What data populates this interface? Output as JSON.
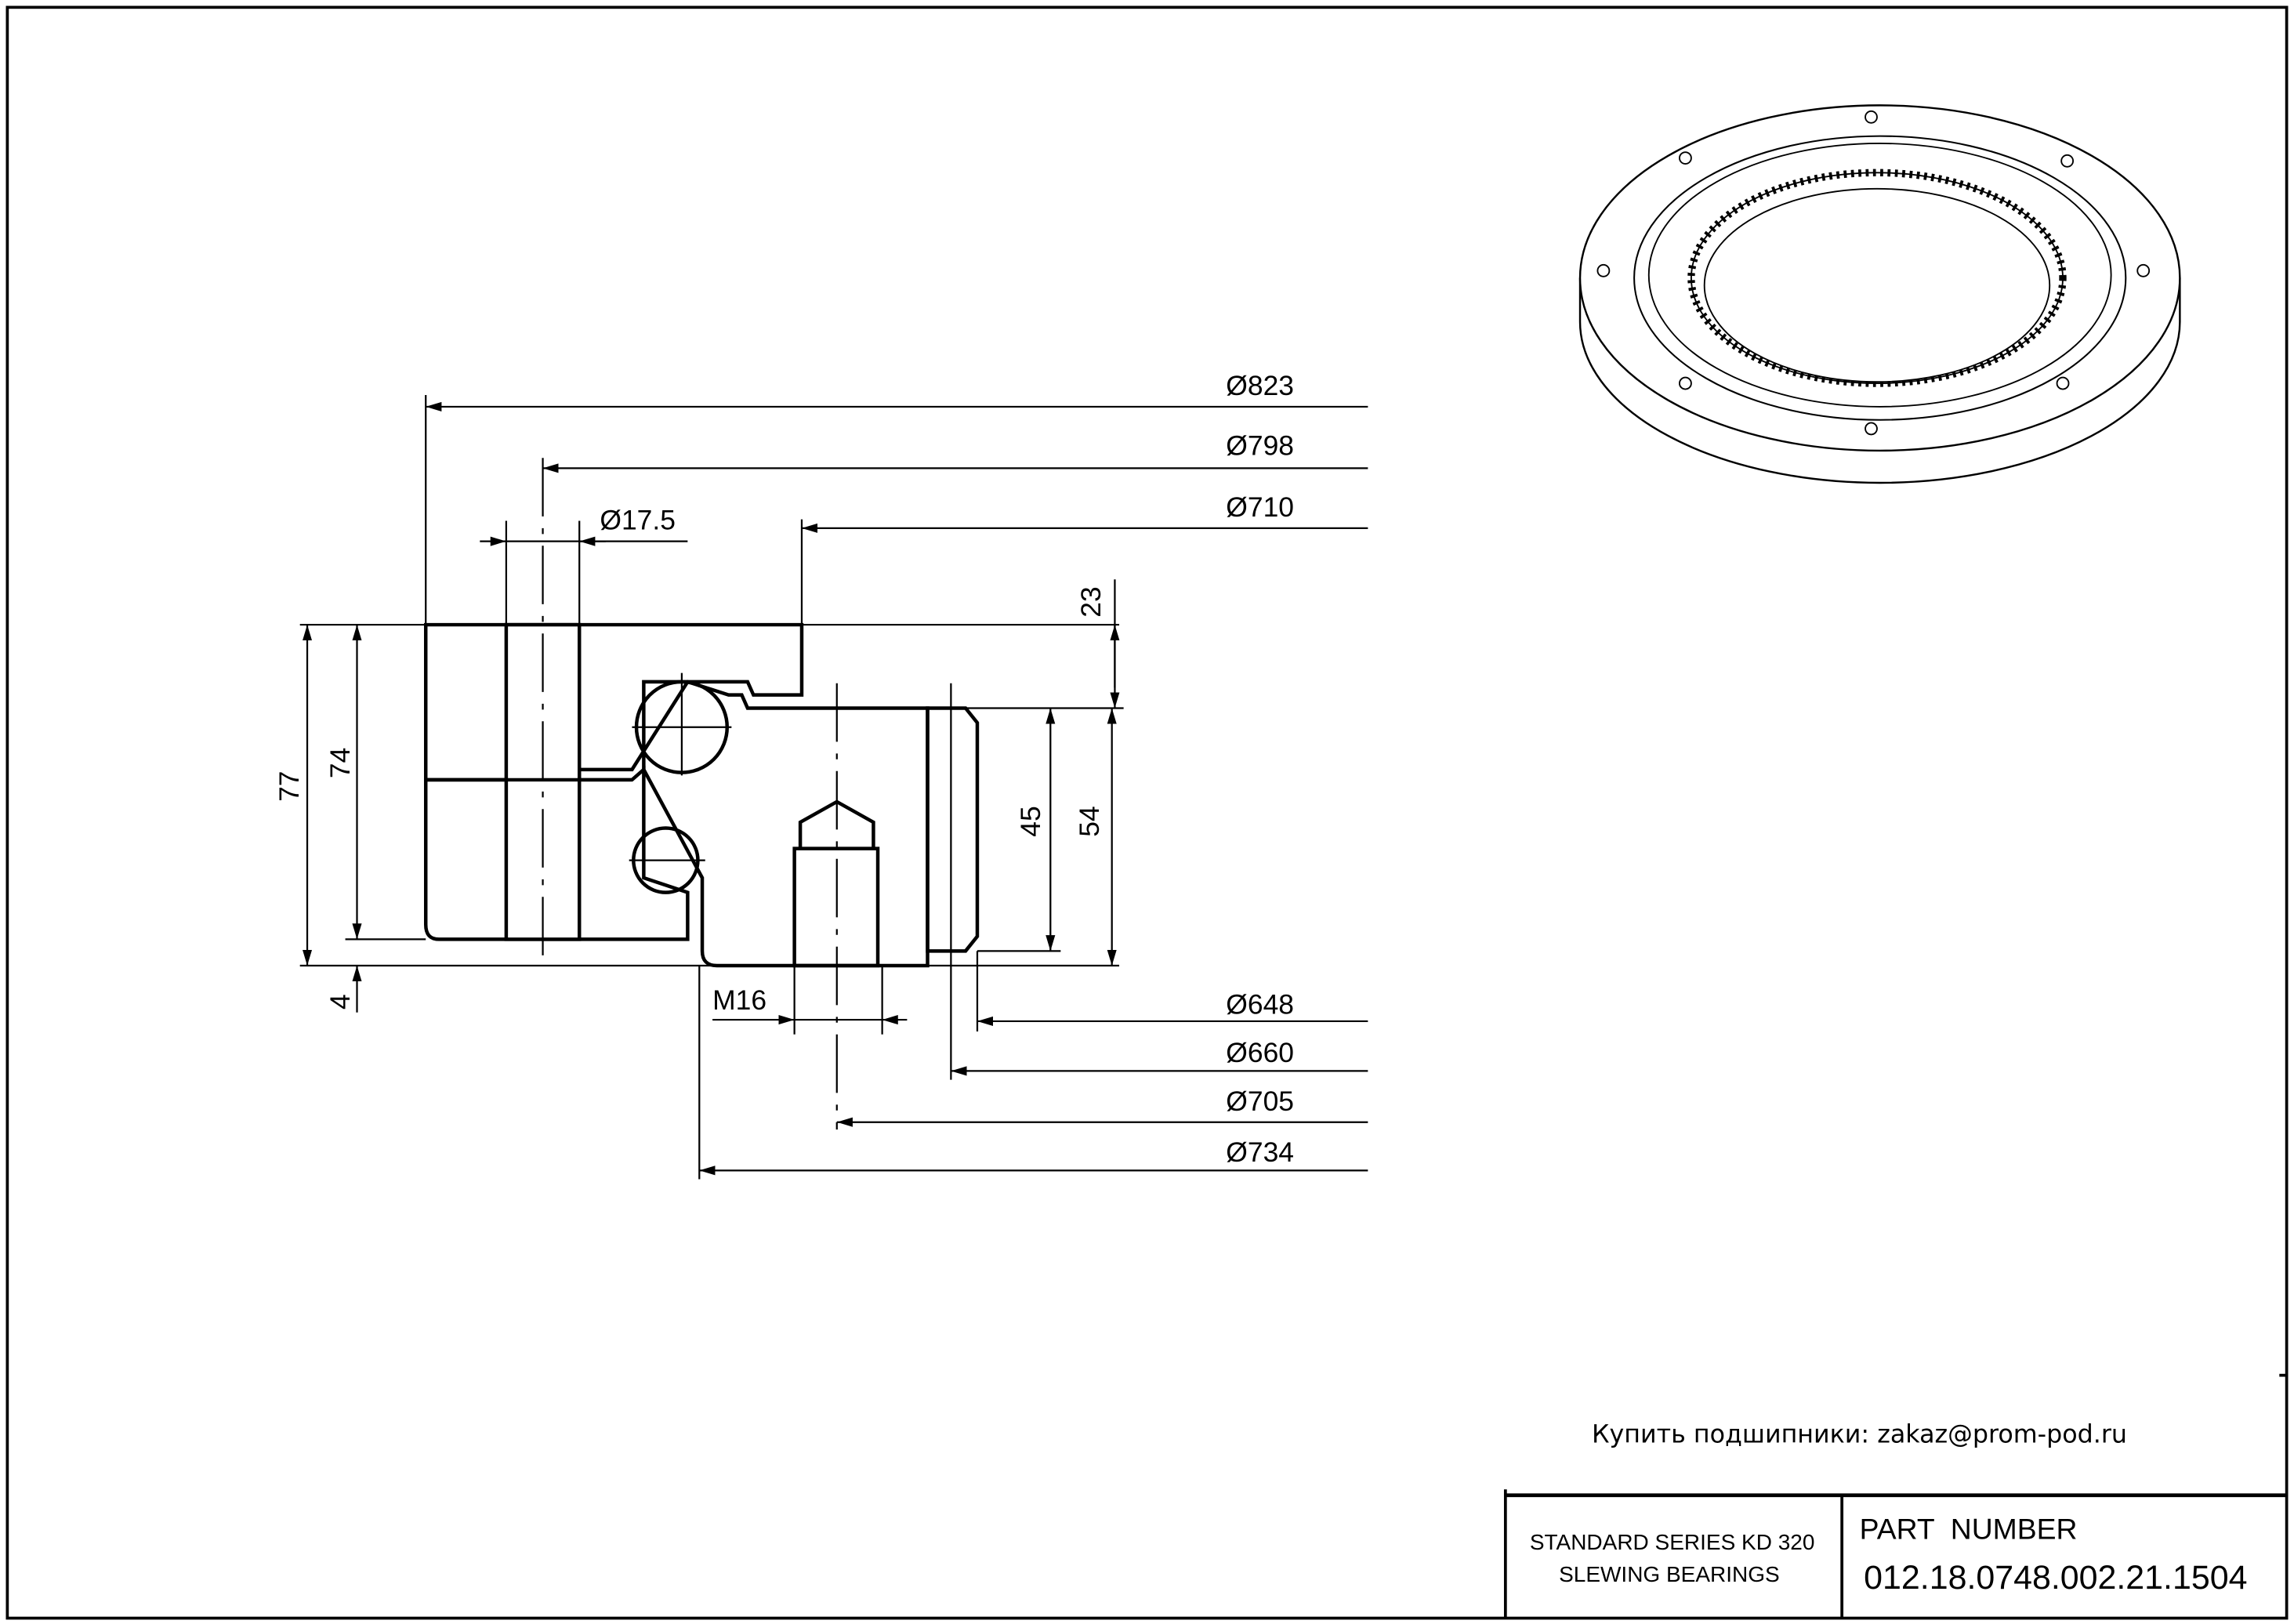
{
  "drawing": {
    "dimensions": {
      "d823": "Ø823",
      "d798": "Ø798",
      "d710": "Ø710",
      "d17_5": "Ø17.5",
      "h23": "23",
      "h77": "77",
      "h74": "74",
      "h4": "4",
      "h45": "45",
      "h54": "54",
      "m16": "M16",
      "d648": "Ø648",
      "d660": "Ø660",
      "d705": "Ø705",
      "d734": "Ø734"
    }
  },
  "contact": "Купить подшипники: zakaz@prom-pod.ru",
  "title_block": {
    "series_line1": "STANDARD SERIES KD 320",
    "series_line2": "SLEWING BEARINGS",
    "part_number_label": "PART  NUMBER",
    "part_number": "012.18.0748.002.21.1504"
  }
}
